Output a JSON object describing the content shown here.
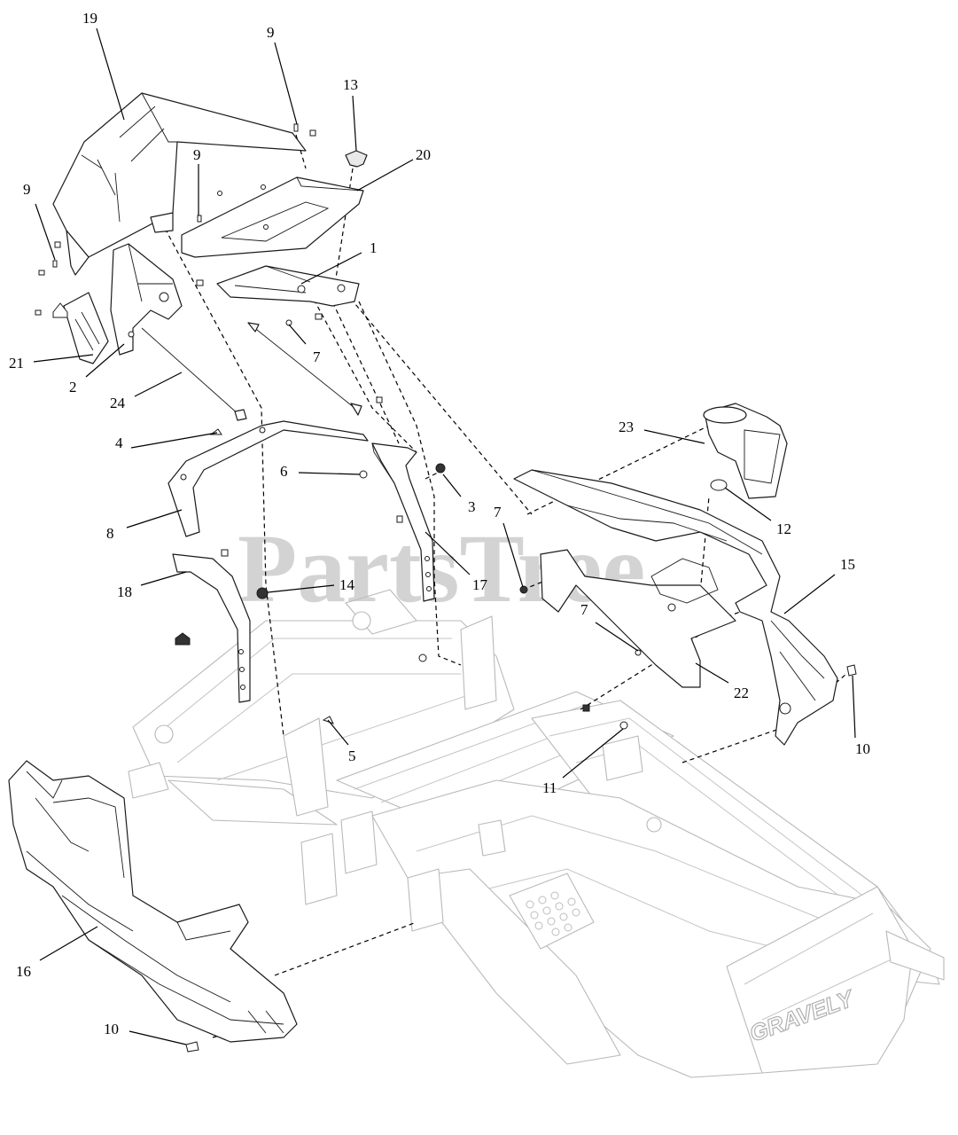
{
  "watermark": "PartsTree",
  "frame_brand": "GRAVELY",
  "callouts": [
    {
      "id": "c19",
      "label": "19"
    },
    {
      "id": "c9a",
      "label": "9"
    },
    {
      "id": "c13",
      "label": "13"
    },
    {
      "id": "c20",
      "label": "20"
    },
    {
      "id": "c9b",
      "label": "9"
    },
    {
      "id": "c9c",
      "label": "9"
    },
    {
      "id": "c1",
      "label": "1"
    },
    {
      "id": "c21",
      "label": "21"
    },
    {
      "id": "c2",
      "label": "2"
    },
    {
      "id": "c7a",
      "label": "7"
    },
    {
      "id": "c24",
      "label": "24"
    },
    {
      "id": "c23",
      "label": "23"
    },
    {
      "id": "c4",
      "label": "4"
    },
    {
      "id": "c6",
      "label": "6"
    },
    {
      "id": "c3",
      "label": "3"
    },
    {
      "id": "c8",
      "label": "8"
    },
    {
      "id": "c7b",
      "label": "7"
    },
    {
      "id": "c12",
      "label": "12"
    },
    {
      "id": "c15",
      "label": "15"
    },
    {
      "id": "c18",
      "label": "18"
    },
    {
      "id": "c14",
      "label": "14"
    },
    {
      "id": "c17",
      "label": "17"
    },
    {
      "id": "c7c",
      "label": "7"
    },
    {
      "id": "c22",
      "label": "22"
    },
    {
      "id": "c10a",
      "label": "10"
    },
    {
      "id": "c5",
      "label": "5"
    },
    {
      "id": "c11",
      "label": "11"
    },
    {
      "id": "c16",
      "label": "16"
    },
    {
      "id": "c10b",
      "label": "10"
    }
  ]
}
